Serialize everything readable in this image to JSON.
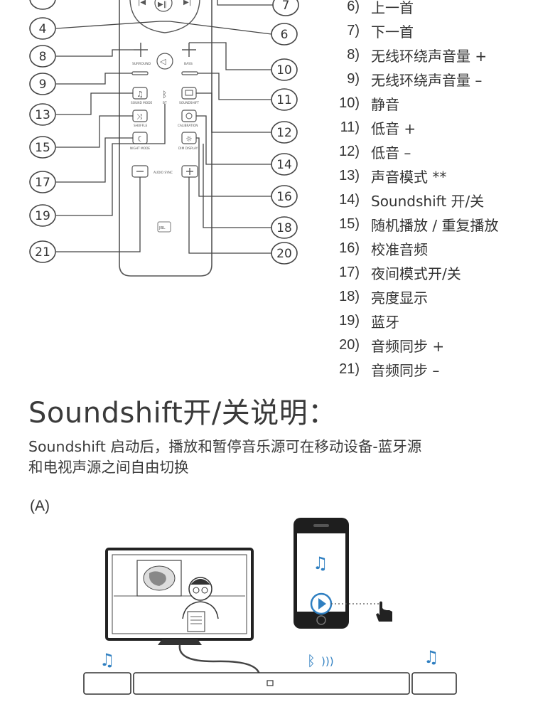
{
  "callouts": [
    "4",
    "6",
    "7",
    "8",
    "9",
    "10",
    "11",
    "12",
    "13",
    "14",
    "15",
    "16",
    "17",
    "18",
    "19",
    "20",
    "21"
  ],
  "remote": {
    "brand": "JBL",
    "small_labels": {
      "surround": "SURROUND",
      "bass": "BASS",
      "sound_mode": "SOUND MODE",
      "bt": "BT",
      "soundshift": "SOUNDSHIFT",
      "shuffle": "SHUFFLE",
      "calibration": "CALIBRATION",
      "night_mode": "NIGHT MODE",
      "dim_display": "DIM DISPLAY",
      "audio_sync": "AUDIO SYNC"
    }
  },
  "legend": [
    {
      "num": "6)",
      "label": "上一首"
    },
    {
      "num": "7)",
      "label": "下一首"
    },
    {
      "num": "8)",
      "label": "无线环绕声音量 +"
    },
    {
      "num": "9)",
      "label": "无线环绕声音量 –"
    },
    {
      "num": "10)",
      "label": "静音"
    },
    {
      "num": "11)",
      "label": "低音 +"
    },
    {
      "num": "12)",
      "label": "低音 –"
    },
    {
      "num": "13)",
      "label": "声音模式 **"
    },
    {
      "num": "14)",
      "label": "Soundshift 开/关"
    },
    {
      "num": "15)",
      "label": "随机播放 / 重复播放"
    },
    {
      "num": "16)",
      "label": "校准音频"
    },
    {
      "num": "17)",
      "label": "夜间模式开/关"
    },
    {
      "num": "18)",
      "label": "亮度显示"
    },
    {
      "num": "19)",
      "label": "蓝牙"
    },
    {
      "num": "20)",
      "label": "音频同步 +"
    },
    {
      "num": "21)",
      "label": "音频同步 –"
    }
  ],
  "section": {
    "title": "Soundshift开/关说明：",
    "desc_line1": "Soundshift 启动后，播放和暂停音乐源可在移动设备-蓝牙源",
    "desc_line2": "和电视声源之间自由切换"
  },
  "figure": {
    "label": "(A)"
  },
  "colors": {
    "accent_blue": "#2f7fc1",
    "line": "#444444"
  }
}
